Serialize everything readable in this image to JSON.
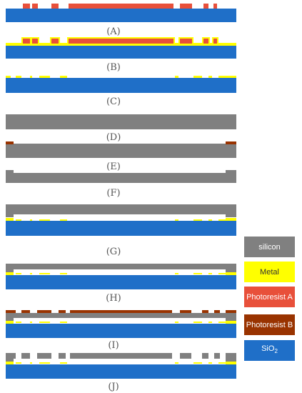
{
  "steps": [
    {
      "id": "A",
      "label": "(A)"
    },
    {
      "id": "B",
      "label": "(B)"
    },
    {
      "id": "C",
      "label": "(C)"
    },
    {
      "id": "D",
      "label": "(D)"
    },
    {
      "id": "E",
      "label": "(E)"
    },
    {
      "id": "F",
      "label": "(F)"
    },
    {
      "id": "G",
      "label": "(G)"
    },
    {
      "id": "H",
      "label": "(H)"
    },
    {
      "id": "I",
      "label": "(I)"
    },
    {
      "id": "J",
      "label": "(J)"
    }
  ],
  "legend": {
    "silicon": "silicon",
    "metal": "Metal",
    "photoresist_a": "Photoresist A",
    "photoresist_b": "Photoresist B",
    "sio2_main": "SiO",
    "sio2_sub": "2"
  },
  "colors": {
    "silicon": "#808080",
    "metal": "#ffff00",
    "photoresist_a": "#e8503a",
    "photoresist_b": "#993300",
    "sio2": "#1f6fc8"
  }
}
